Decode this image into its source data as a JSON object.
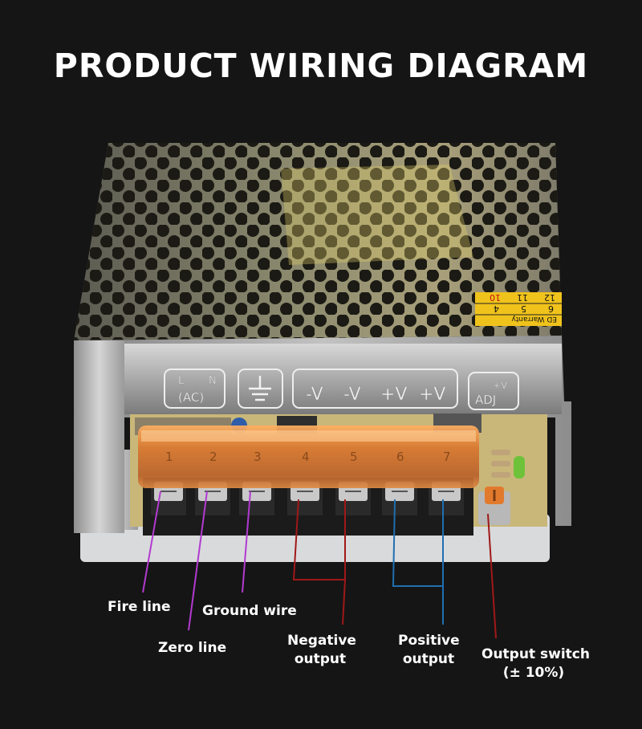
{
  "title": "PRODUCT WIRING DIAGRAM",
  "device": {
    "warranty_sticker": "ED Warranty",
    "sticker_numbers_top": [
      "6",
      "5",
      "4"
    ],
    "sticker_numbers_bottom": [
      "12",
      "11",
      "10"
    ],
    "panel_marks": {
      "ac_l": "L",
      "ac_n": "N",
      "ac": "(AC)",
      "terminal_1": "-V",
      "terminal_2": "-V",
      "terminal_3": "+V",
      "terminal_4": "+V",
      "adj_v": "+V",
      "adj": "ADJ"
    },
    "terminal_numbers": [
      "1",
      "2",
      "3",
      "4",
      "5",
      "6",
      "7"
    ]
  },
  "labels": {
    "fire": "Fire line",
    "zero": "Zero line",
    "ground": "Ground wire",
    "negative_1": "Negative",
    "negative_2": "output",
    "positive_1": "Positive",
    "positive_2": "output",
    "switch_1": "Output switch",
    "switch_2": "(± 10%)"
  },
  "colors": {
    "background": "#151515",
    "leader_purple": "#b23ad0",
    "leader_red": "#a01818",
    "leader_blue": "#1f6fb0"
  }
}
